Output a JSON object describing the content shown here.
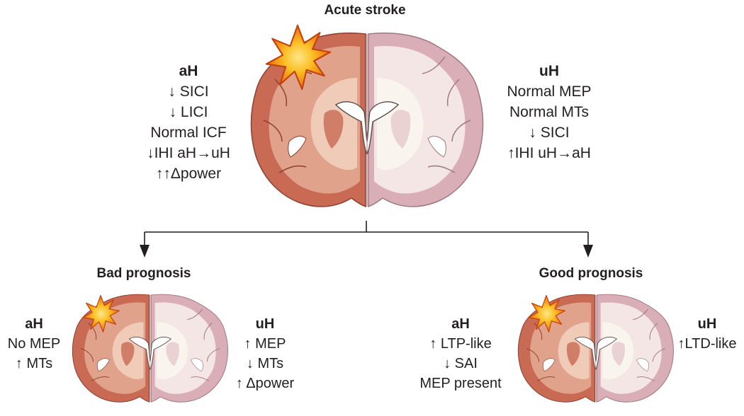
{
  "colors": {
    "affected_outer": "#c96a55",
    "affected_inner": "#e3a58f",
    "affected_light": "#f0cbb8",
    "unaffected_outer": "#d9aeb6",
    "unaffected_inner": "#f4e6e4",
    "unaffected_light": "#faf4ef",
    "star_outer": "#ef7f1a",
    "star_inner": "#fbd34d",
    "arrow": "#231f20"
  },
  "top": {
    "title": "Acute stroke",
    "aH": {
      "heading": "aH",
      "lines": [
        "↓ SICI",
        "↓ LICI",
        "Normal ICF",
        "↓IHI aH→uH",
        "↑↑Δpower"
      ]
    },
    "uH": {
      "heading": "uH",
      "lines": [
        "Normal MEP",
        "Normal MTs",
        "↓ SICI",
        "↑IHI uH→aH"
      ]
    }
  },
  "bad": {
    "title": "Bad prognosis",
    "aH": {
      "heading": "aH",
      "lines": [
        "No MEP",
        "↑ MTs"
      ]
    },
    "uH": {
      "heading": "uH",
      "lines": [
        "↑ MEP",
        "↓ MTs",
        "↑ Δpower"
      ]
    }
  },
  "good": {
    "title": "Good prognosis",
    "aH": {
      "heading": "aH",
      "lines": [
        "↑ LTP-like",
        "↓ SAI",
        "MEP present"
      ]
    },
    "uH": {
      "heading": "uH",
      "lines": [
        "↑LTD-like"
      ]
    }
  },
  "icons": [
    "brain-section-icon",
    "stroke-star-icon",
    "arrow-down-icon"
  ]
}
